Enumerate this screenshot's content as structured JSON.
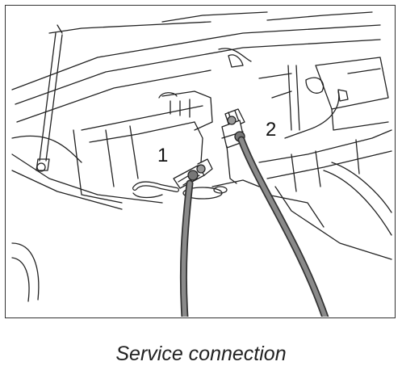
{
  "caption": "Service connection",
  "labels": {
    "one": "1",
    "two": "2"
  }
}
